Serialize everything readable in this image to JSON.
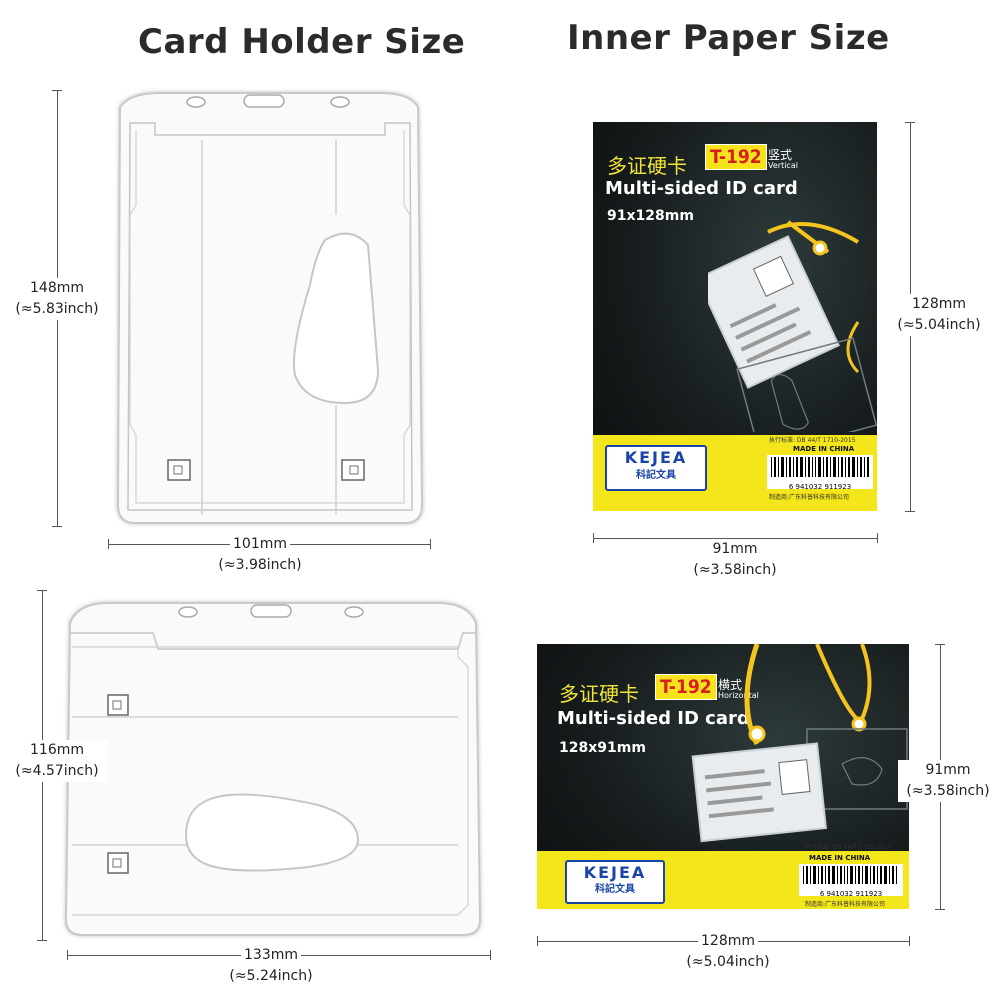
{
  "headings": {
    "card_holder": "Card Holder Size",
    "inner_paper": "Inner Paper Size"
  },
  "holder_vertical": {
    "height_mm": "148mm",
    "height_in": "(≈5.83inch)",
    "width_mm": "101mm",
    "width_in": "(≈3.98inch)"
  },
  "holder_horizontal": {
    "height_mm": "116mm",
    "height_in": "(≈4.57inch)",
    "width_mm": "133mm",
    "width_in": "(≈5.24inch)"
  },
  "paper_vertical": {
    "cn_title": "多证硬卡",
    "model": "T-192",
    "orientation_cn": "竖式",
    "orientation_en": "Vertical",
    "title": "Multi-sided ID card",
    "size": "91x128mm",
    "brand": "KEJEA",
    "brand_cn": "科記文具",
    "standard": "执行标准: DB 44/T 1710-2015",
    "made_in": "MADE IN CHINA",
    "barcode": "6 941032 911923",
    "manufacturer": "制造商:广东科普科技有限公司",
    "height_mm": "128mm",
    "height_in": "(≈5.04inch)",
    "width_mm": "91mm",
    "width_in": "(≈3.58inch)"
  },
  "paper_horizontal": {
    "cn_title": "多证硬卡",
    "model": "T-192",
    "orientation_cn": "横式",
    "orientation_en": "Horizontal",
    "title": "Multi-sided ID card",
    "size": "128x91mm",
    "brand": "KEJEA",
    "brand_cn": "科記文具",
    "standard": "执行标准: DB 44/T 1710-2015",
    "made_in": "MADE IN CHINA",
    "barcode": "6 941032 911923",
    "manufacturer": "制造商:广东科普科技有限公司",
    "height_mm": "91mm",
    "height_in": "(≈3.58inch)",
    "width_mm": "128mm",
    "width_in": "(≈5.04inch)"
  },
  "colors": {
    "card_bg": "#151a1b",
    "yellow": "#f3e61a",
    "model_red": "#d61f1f",
    "brand_blue": "#1c44a8"
  }
}
